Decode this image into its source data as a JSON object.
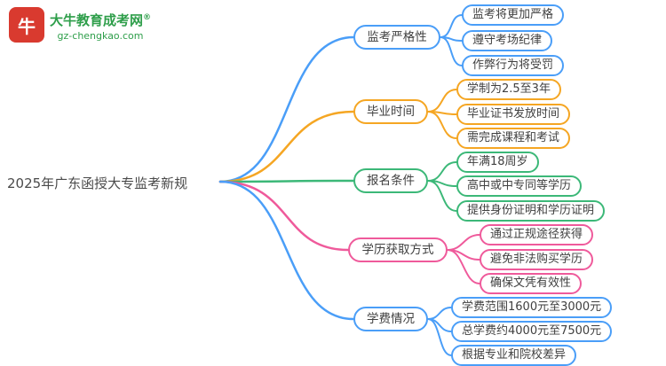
{
  "logo": {
    "icon_text": "牛",
    "site_name": "大牛教育成考网",
    "registered_mark": "®",
    "site_url": "gz-chengkao.com"
  },
  "root": {
    "label": "2025年广东函授大专监考新规"
  },
  "palette": {
    "blue": "#4a9ef8",
    "orange": "#f5a623",
    "green": "#3cb878",
    "pink": "#ef5a9b",
    "logo_red": "#d93a2f",
    "logo_green": "#2e9e4a",
    "text": "#404040"
  },
  "branches": [
    {
      "label": "监考严格性",
      "color": "blue",
      "children": [
        "监考将更加严格",
        "遵守考场纪律",
        "作弊行为将受罚"
      ]
    },
    {
      "label": "毕业时间",
      "color": "orange",
      "children": [
        "学制为2.5至3年",
        "毕业证书发放时间",
        "需完成课程和考试"
      ]
    },
    {
      "label": "报名条件",
      "color": "green",
      "children": [
        "年满18周岁",
        "高中或中专同等学历",
        "提供身份证明和学历证明"
      ]
    },
    {
      "label": "学历获取方式",
      "color": "pink",
      "children": [
        "通过正规途径获得",
        "避免非法购买学历",
        "确保文凭有效性"
      ]
    },
    {
      "label": "学费情况",
      "color": "blue",
      "children": [
        "学费范围1600元至3000元",
        "总学费约4000元至7500元",
        "根据专业和院校差异"
      ]
    }
  ]
}
